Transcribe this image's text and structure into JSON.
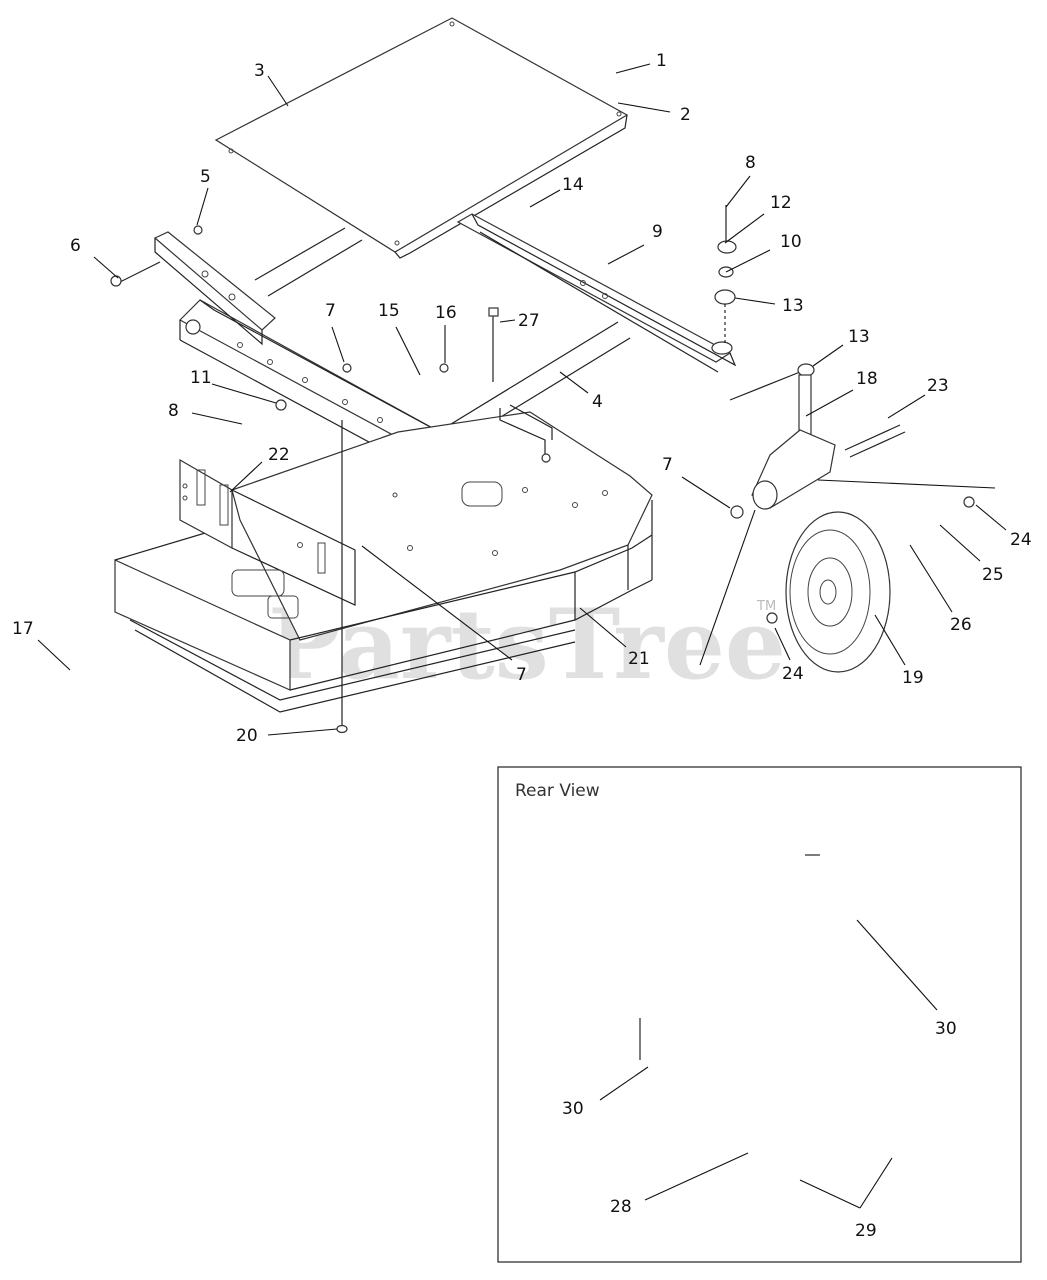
{
  "watermark": {
    "text": "PartsTree",
    "tm": "TM"
  },
  "inset": {
    "title": "Rear View"
  },
  "callouts": [
    {
      "id": "c1",
      "text": "1"
    },
    {
      "id": "c2",
      "text": "2"
    },
    {
      "id": "c3",
      "text": "3"
    },
    {
      "id": "c4",
      "text": "4"
    },
    {
      "id": "c5",
      "text": "5"
    },
    {
      "id": "c6",
      "text": "6"
    },
    {
      "id": "c7a",
      "text": "7"
    },
    {
      "id": "c7b",
      "text": "7"
    },
    {
      "id": "c7c",
      "text": "7"
    },
    {
      "id": "c8a",
      "text": "8"
    },
    {
      "id": "c8b",
      "text": "8"
    },
    {
      "id": "c9",
      "text": "9"
    },
    {
      "id": "c10",
      "text": "10"
    },
    {
      "id": "c11",
      "text": "11"
    },
    {
      "id": "c12",
      "text": "12"
    },
    {
      "id": "c13a",
      "text": "13"
    },
    {
      "id": "c13b",
      "text": "13"
    },
    {
      "id": "c14",
      "text": "14"
    },
    {
      "id": "c15",
      "text": "15"
    },
    {
      "id": "c16",
      "text": "16"
    },
    {
      "id": "c17",
      "text": "17"
    },
    {
      "id": "c18",
      "text": "18"
    },
    {
      "id": "c19",
      "text": "19"
    },
    {
      "id": "c20",
      "text": "20"
    },
    {
      "id": "c21",
      "text": "21"
    },
    {
      "id": "c22",
      "text": "22"
    },
    {
      "id": "c23",
      "text": "23"
    },
    {
      "id": "c24a",
      "text": "24"
    },
    {
      "id": "c24b",
      "text": "24"
    },
    {
      "id": "c25",
      "text": "25"
    },
    {
      "id": "c26",
      "text": "26"
    },
    {
      "id": "c27",
      "text": "27"
    },
    {
      "id": "c28",
      "text": "28"
    },
    {
      "id": "c29",
      "text": "29"
    },
    {
      "id": "c30a",
      "text": "30"
    },
    {
      "id": "c30b",
      "text": "30"
    }
  ]
}
